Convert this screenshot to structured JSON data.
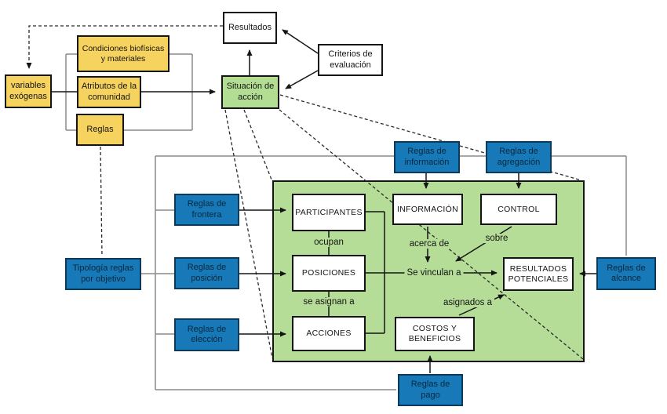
{
  "diagram": {
    "exogenous": {
      "variables_exogenas": "variables exógenas",
      "condiciones": "Condiciones biofísicas y materiales",
      "atributos": "Atributos de la comunidad",
      "reglas": "Reglas"
    },
    "evaluation": {
      "resultados": "Resultados",
      "criterios": "Criterios de evaluación",
      "situacion": "Situación de acción"
    },
    "rule_boxes": {
      "tipologia": "Tipología reglas por objetivo",
      "frontera": "Reglas de frontera",
      "posicion": "Reglas de posición",
      "eleccion": "Reglas de elección",
      "informacion": "Reglas de información",
      "agregacion": "Reglas de agregación",
      "alcance": "Reglas de alcance",
      "pago": "Reglas de pago"
    },
    "action_arena": {
      "participantes": "PARTICIPANTES",
      "posiciones": "POSICIONES",
      "acciones": "ACCIONES",
      "informacion": "INFORMACIÓN",
      "control": "CONTROL",
      "resultados_potenciales": "RESULTADOS POTENCIALES",
      "costos": "COSTOS Y BENEFICIOS"
    },
    "edge_labels": {
      "ocupan": "ocupan",
      "se_asignan": "se asignan a",
      "acerca_de": "acerca de",
      "sobre": "sobre",
      "se_vinculan": "Se vinculan a",
      "asignados_a": "asignados a"
    },
    "colors": {
      "yellow_fill": "#F6D25E",
      "blue_fill": "#1779B7",
      "blue_border": "#0C3A5A",
      "green_fill": "#B5DD97",
      "situacion_fill": "#B2DD92",
      "line_black": "#151515",
      "line_gray": "#8A8A8A"
    }
  }
}
